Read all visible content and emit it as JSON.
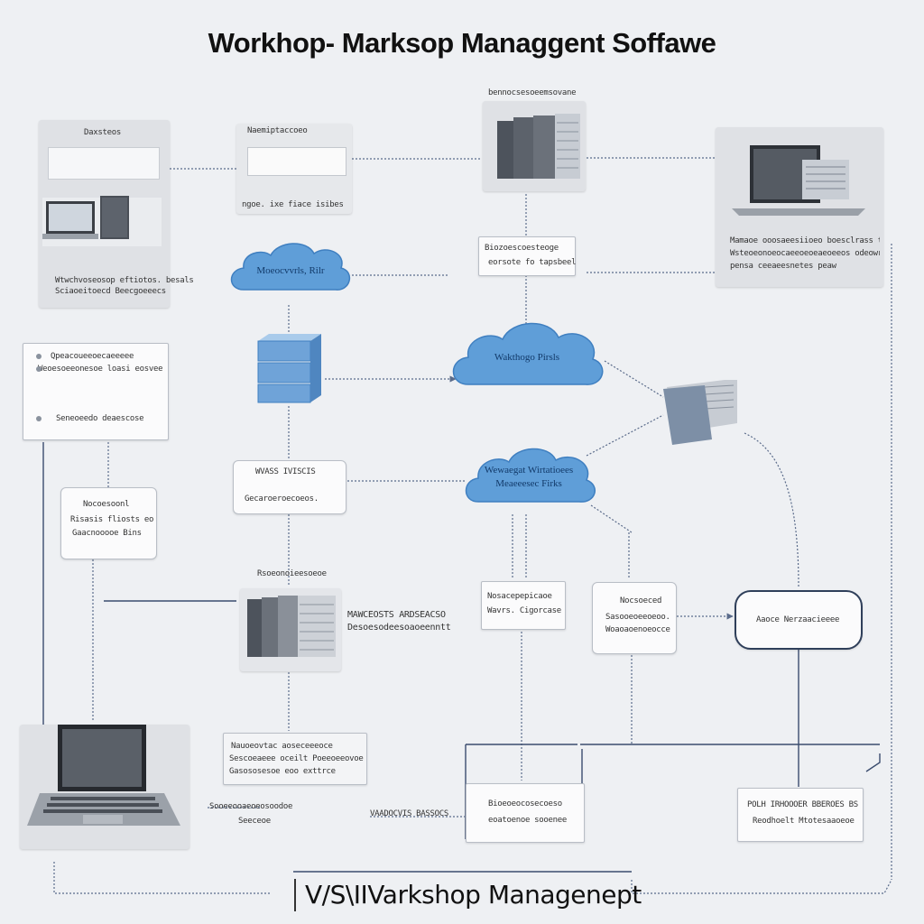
{
  "title": "Workhop- Marksop Managgent Soffawe",
  "footer": "V/S\\IIVarkshop Managenept",
  "nodes": {
    "panel_top_left": {
      "l1": "Daxsteos",
      "l2": "Wtwchvoseosop eftiotos. besals",
      "l3": "Sciaoeitoecd Beecgoeeecs"
    },
    "panel_top_center": {
      "l1": "Naemiptaccoeo",
      "l2": "ngoe. ixe fiace isibes"
    },
    "server_top_label": "bennocsesoeemsovane",
    "box_center_1": {
      "l1": "Biozoescoesteoge",
      "l2": "eorsote fo tapsbeel"
    },
    "panel_top_right": {
      "l1": "Mamaoe ooosaeesiioeo boesclrass tl",
      "l2": "Wsteoeonoeocaeeoeoeaeoeeos odeowr",
      "l3": "pensa ceeaeesnetes peaw"
    },
    "cloud_1": "Moeocvvrls, Rilr",
    "cloud_2": "Wakthogo Pirsls",
    "cloud_3": {
      "l1": "Wewaegat Wirtatioees",
      "l2": "Meaeeesec Firks"
    },
    "box_left_main": {
      "l1": "Qpeacoueeoecaeeeee",
      "l2": "Weoesoeeonesoe loasi eosvee",
      "l3": "Seneoeedo deaescose"
    },
    "box_left_mid": {
      "l1": "Nocoesoonl",
      "l2": "Risasis fliosts eo sobsci",
      "l3": "Gaacnooooe Bins"
    },
    "box_center_2": {
      "l1": "WVASS IVISCIS",
      "l2": "Gecaroeroecoeos."
    },
    "server_mid_label": "Rsoeonoieesoeoe",
    "server_mid_text": {
      "l1": "MAWCEOSTS ARDSEACSO",
      "l2": "Desoesodeesoaoeenntt"
    },
    "box_c3": {
      "l1": "Nosacepepicaoe",
      "l2": "Wavrs. Cigorcase"
    },
    "box_c4": {
      "l1": "Nocsoeced",
      "l2": "Sasooeoeeoeoo.",
      "l3": "Woaoaoenoeocce"
    },
    "box_right_pill": "Aaoce Nerzaacieeee",
    "box_bottom_left": {
      "l1": "Nauoeovtac aoseceeeoce",
      "l2": "Sescoeaeee oceilt Poeeoeeovoe",
      "l3": "Gasososesoe eoo exttrce"
    },
    "box_bottom_mid": {
      "l1": "Bioeoeocosecoeso",
      "l2": "eoatoenoe sooenee"
    },
    "box_bottom_right": {
      "l1": "POLH IRHOOOER BBEROES BS",
      "l2": "Reodhoelt Mtotesaaoeoe"
    },
    "bottom_small_1": {
      "l1": "Sooeeooaeoeosoodoe",
      "l2": "Seeceoe"
    },
    "bottom_small_2": "VAADOCVIS BASSOCS"
  },
  "colors": {
    "cloud": "#5f9ed8",
    "cloud_edge": "#3f7fc0",
    "wire": "#5a6b8a",
    "server": "#6fa3d8"
  }
}
